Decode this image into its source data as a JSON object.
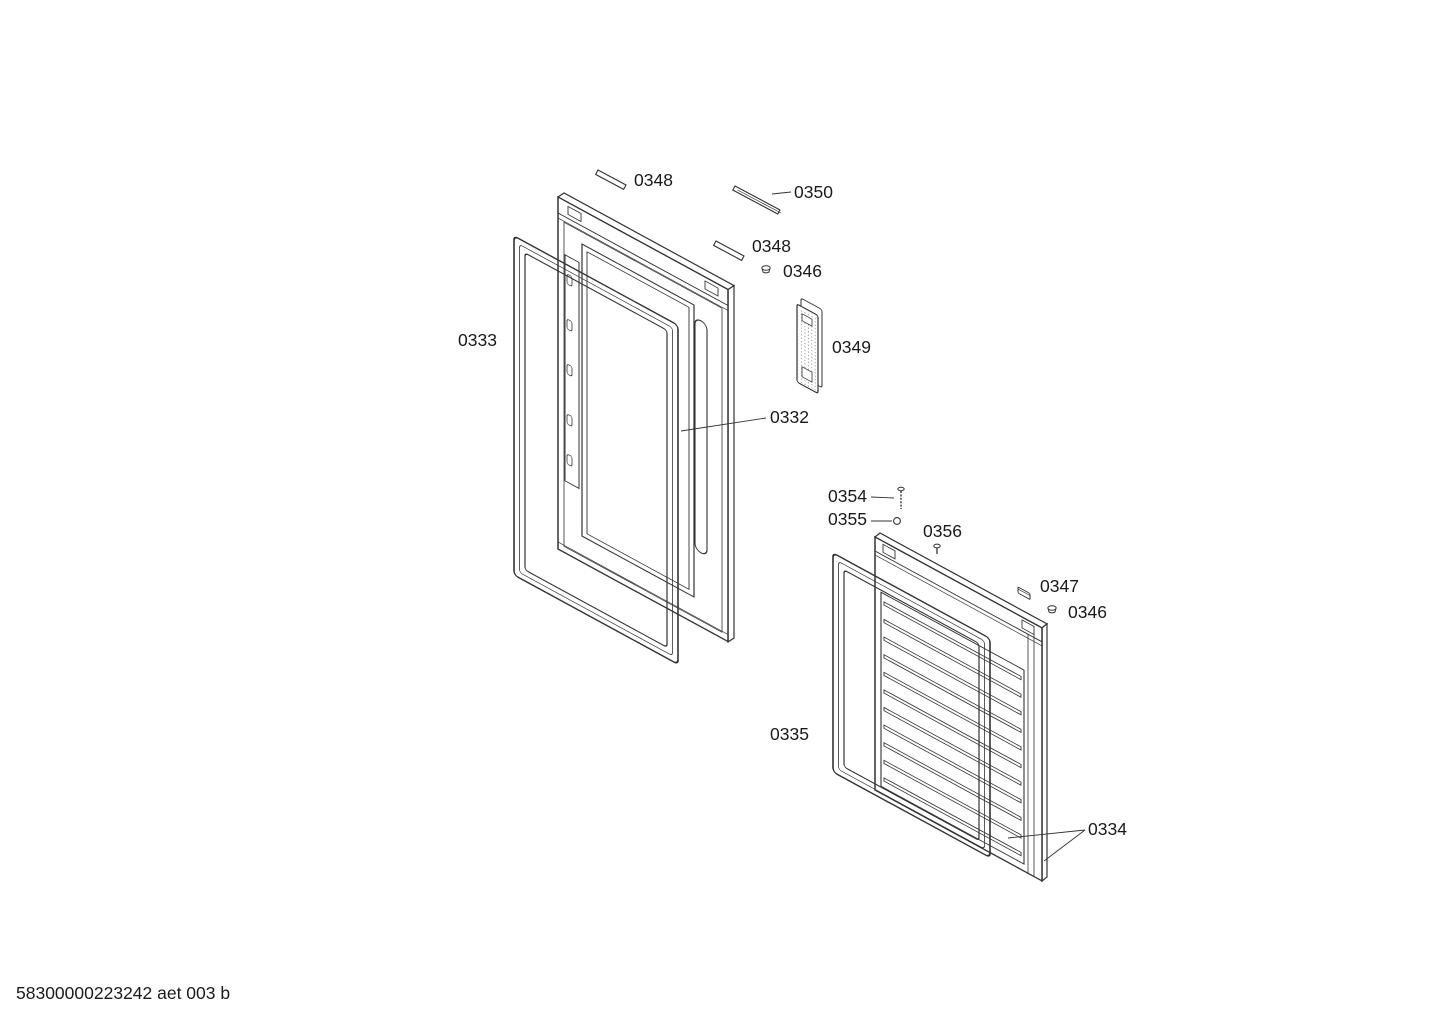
{
  "doc": {
    "footer_code": "58300000223242 aet 003 b",
    "ink_color": "#333333",
    "text_color": "#1a1a1a"
  },
  "labels": {
    "strip_top_a": "0348",
    "trim_strip": "0350",
    "strip_top_b": "0348",
    "cap_upper": "0346",
    "gasket_upper": "0333",
    "control_module": "0349",
    "door_upper": "0332",
    "screw_a": "0354",
    "washer": "0355",
    "screw_b": "0356",
    "clip": "0347",
    "cap_lower": "0346",
    "gasket_lower": "0335",
    "door_lower": "0334"
  }
}
